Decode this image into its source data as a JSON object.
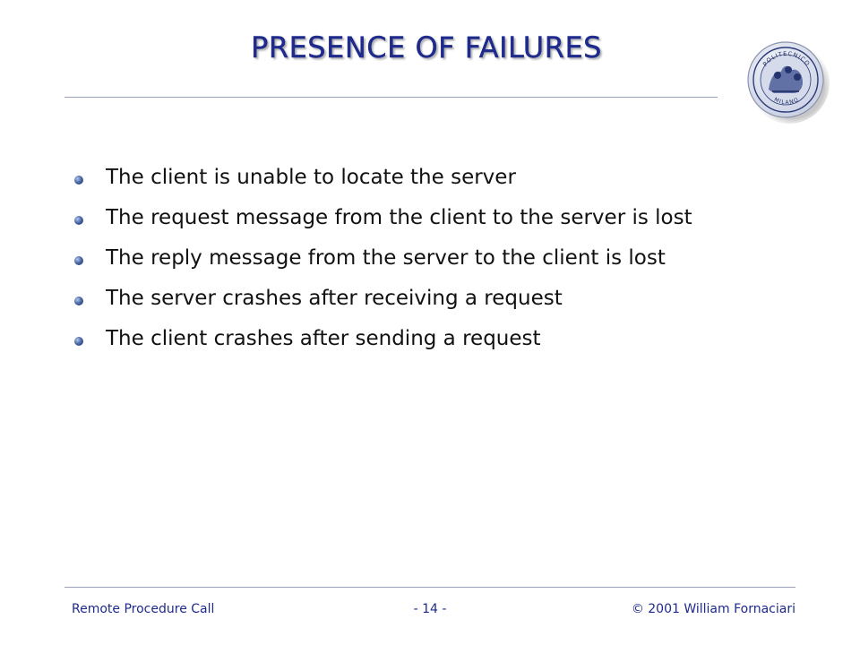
{
  "slide": {
    "title": "PRESENCE OF FAILURES",
    "bullets": [
      "The client is unable to locate the server",
      "The request message from the client to the server is lost",
      "The reply message from the server to the client is lost",
      "The server crashes after receiving a request",
      "The client crashes after sending a request"
    ]
  },
  "logo": {
    "icon": "university-seal-icon",
    "text_top": "POLITECNICO",
    "text_bottom": "MILANO"
  },
  "footer": {
    "left": "Remote Procedure Call",
    "center": "- 14 -",
    "right": "© 2001 William Fornaciari"
  },
  "colors": {
    "title": "#1e2a8c",
    "body_text": "#111111",
    "rule": "#9aa2c0",
    "bullet": "#4a6aa8"
  }
}
